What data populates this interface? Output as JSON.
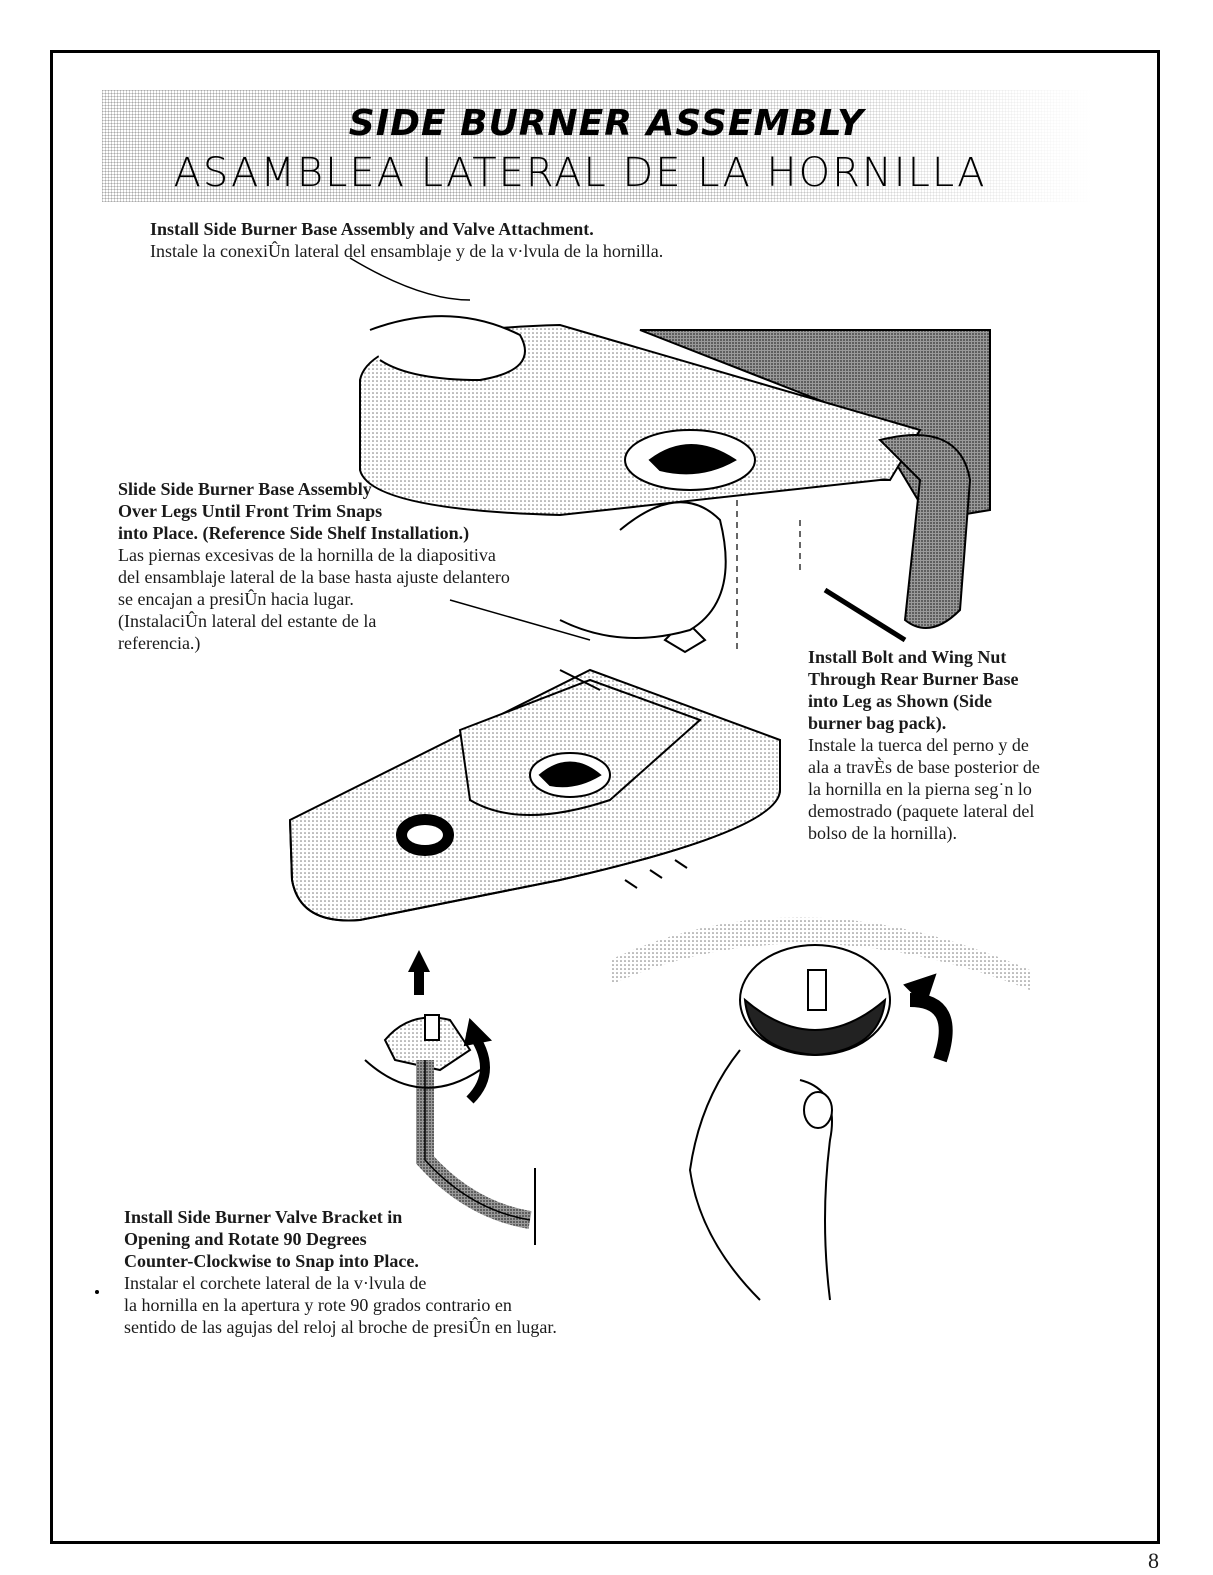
{
  "page": {
    "title_en": "SIDE BURNER ASSEMBLY",
    "title_es": "ASAMBLEA LATERAL DE LA HORNILLA",
    "page_number": "8"
  },
  "header_instruction": {
    "en": "Install Side Burner Base Assembly and Valve Attachment.",
    "es": "Instale la conexiÛn lateral del ensamblaje y de la v·lvula de la hornilla."
  },
  "step_slide": {
    "en_lines": [
      "Slide Side Burner Base Assembly",
      "Over Legs Until Front Trim Snaps",
      "into Place. (Reference Side Shelf Installation.)"
    ],
    "es_lines": [
      "Las piernas excesivas de la hornilla de la diapositiva",
      "del ensamblaje lateral de la base hasta ajuste delantero",
      "se encajan a presiÛn hacia lugar.",
      "(InstalaciÛn lateral del estante de la",
      "referencia.)"
    ]
  },
  "step_bolt": {
    "en_lines": [
      "Install Bolt and Wing Nut",
      "Through Rear Burner Base",
      "into Leg as Shown (Side",
      "burner bag pack)."
    ],
    "es_lines": [
      "Instale la tuerca del perno y de",
      "ala a travÈs de base posterior de",
      "la hornilla en la pierna seg˙n lo",
      "demostrado (paquete lateral del",
      "bolso de la hornilla)."
    ]
  },
  "step_valve": {
    "en_lines": [
      "Install Side Burner Valve Bracket in",
      "Opening and Rotate 90 Degrees",
      "Counter-Clockwise to Snap into Place."
    ],
    "es_lines": [
      "Instalar el corchete lateral de la v·lvula de",
      "la hornilla en la apertura y rote 90 grados contrario en",
      "sentido de las agujas del reloj al broche de presiÛn en lugar."
    ]
  }
}
